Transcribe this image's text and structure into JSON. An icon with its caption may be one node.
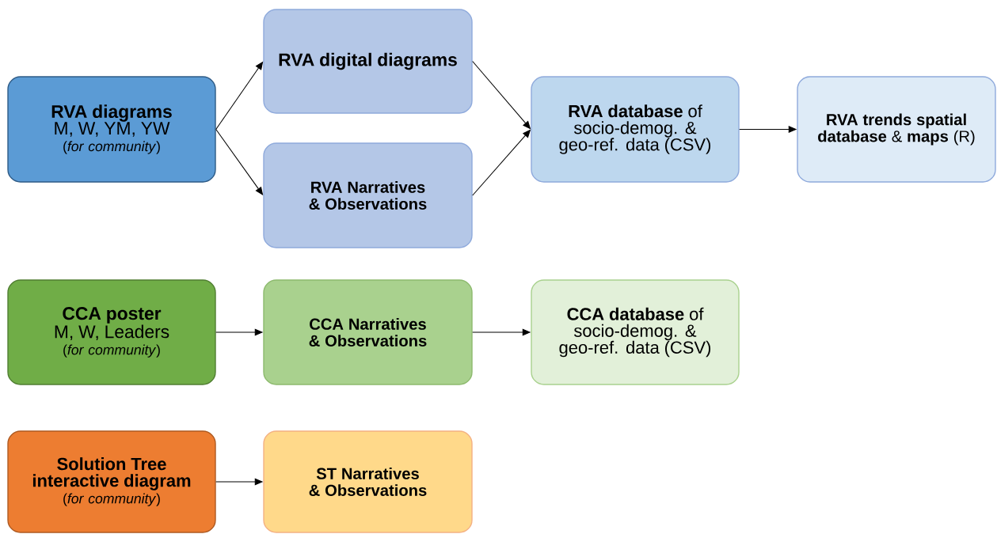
{
  "diagram": {
    "nodes": [
      {
        "text": [
          "RVA diagrams",
          "M, W, YM, YW",
          "(*for community*)"
        ]
      },
      {
        "text": [
          "RVA digital diagrams"
        ]
      },
      {
        "text": [
          "RVA Narratives & Observations"
        ]
      },
      {
        "text": [
          "**RVA database** of socio-demog. & geo-ref. data (CSV)"
        ]
      },
      {
        "text": [
          "**RVA trends spatial database** & **maps** (R)"
        ]
      },
      {
        "text": [
          "CCA poster",
          "M, W, Leaders",
          "(*for community*)"
        ]
      },
      {
        "text": [
          "CCA Narratives & Observations"
        ]
      },
      {
        "text": [
          "**CCA database** of socio-demog. & geo-ref. data (CSV)"
        ]
      },
      {
        "text": [
          "Solution Tree interactive diagram",
          "(*for community*)"
        ]
      },
      {
        "text": [
          "ST Narratives & Observations"
        ]
      }
    ],
    "edges": [
      {
        "from": 0,
        "to": 1,
        "arrow": "to"
      },
      {
        "from": 0,
        "to": 2,
        "arrow": "to"
      },
      {
        "from": 1,
        "to": 3,
        "arrow": "to"
      },
      {
        "from": 2,
        "to": 3,
        "arrow": "to"
      },
      {
        "from": 3,
        "to": 4,
        "arrow": "to"
      },
      {
        "from": 5,
        "to": 6,
        "arrow": "to"
      },
      {
        "from": 6,
        "to": 7,
        "arrow": "to"
      },
      {
        "from": 8,
        "to": 9,
        "arrow": "to"
      }
    ]
  }
}
